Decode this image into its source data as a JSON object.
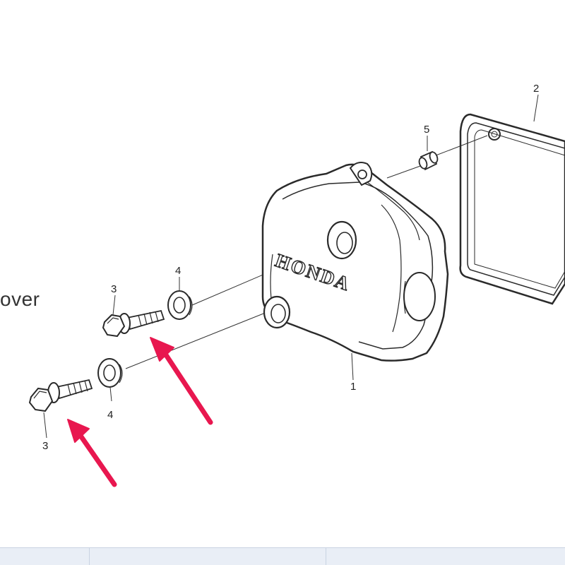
{
  "diagram": {
    "side_label": "over",
    "brand_text": "HONDA",
    "callouts": [
      {
        "id": "cover",
        "text": "1"
      },
      {
        "id": "gasket",
        "text": "2"
      },
      {
        "id": "bolt-upper",
        "text": "3"
      },
      {
        "id": "bolt-lower",
        "text": "3"
      },
      {
        "id": "washer-upper",
        "text": "4"
      },
      {
        "id": "washer-lower",
        "text": "4"
      },
      {
        "id": "dowel",
        "text": "5"
      }
    ],
    "colors": {
      "line": "#2a2a2a",
      "arrow": "#e8174f"
    }
  }
}
